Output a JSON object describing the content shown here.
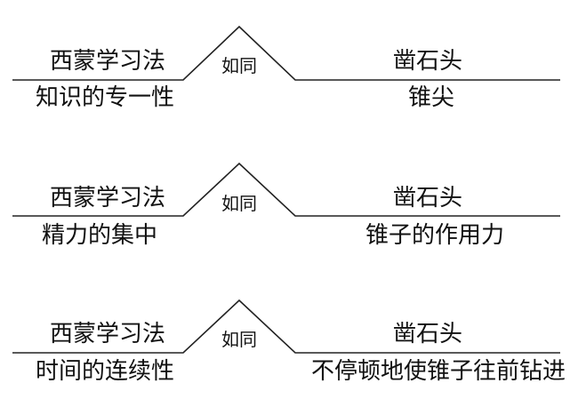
{
  "analogies": [
    {
      "left_top": "西蒙学习法",
      "left_bottom": "知识的专一性",
      "connector": "如同",
      "right_top": "凿石头",
      "right_bottom": "锥尖"
    },
    {
      "left_top": "西蒙学习法",
      "left_bottom": "精力的集中",
      "connector": "如同",
      "right_top": "凿石头",
      "right_bottom": "锥子的作用力"
    },
    {
      "left_top": "西蒙学习法",
      "left_bottom": "时间的连续性",
      "connector": "如同",
      "right_top": "凿石头",
      "right_bottom": "不停顿地使锥子往前钻进"
    }
  ]
}
